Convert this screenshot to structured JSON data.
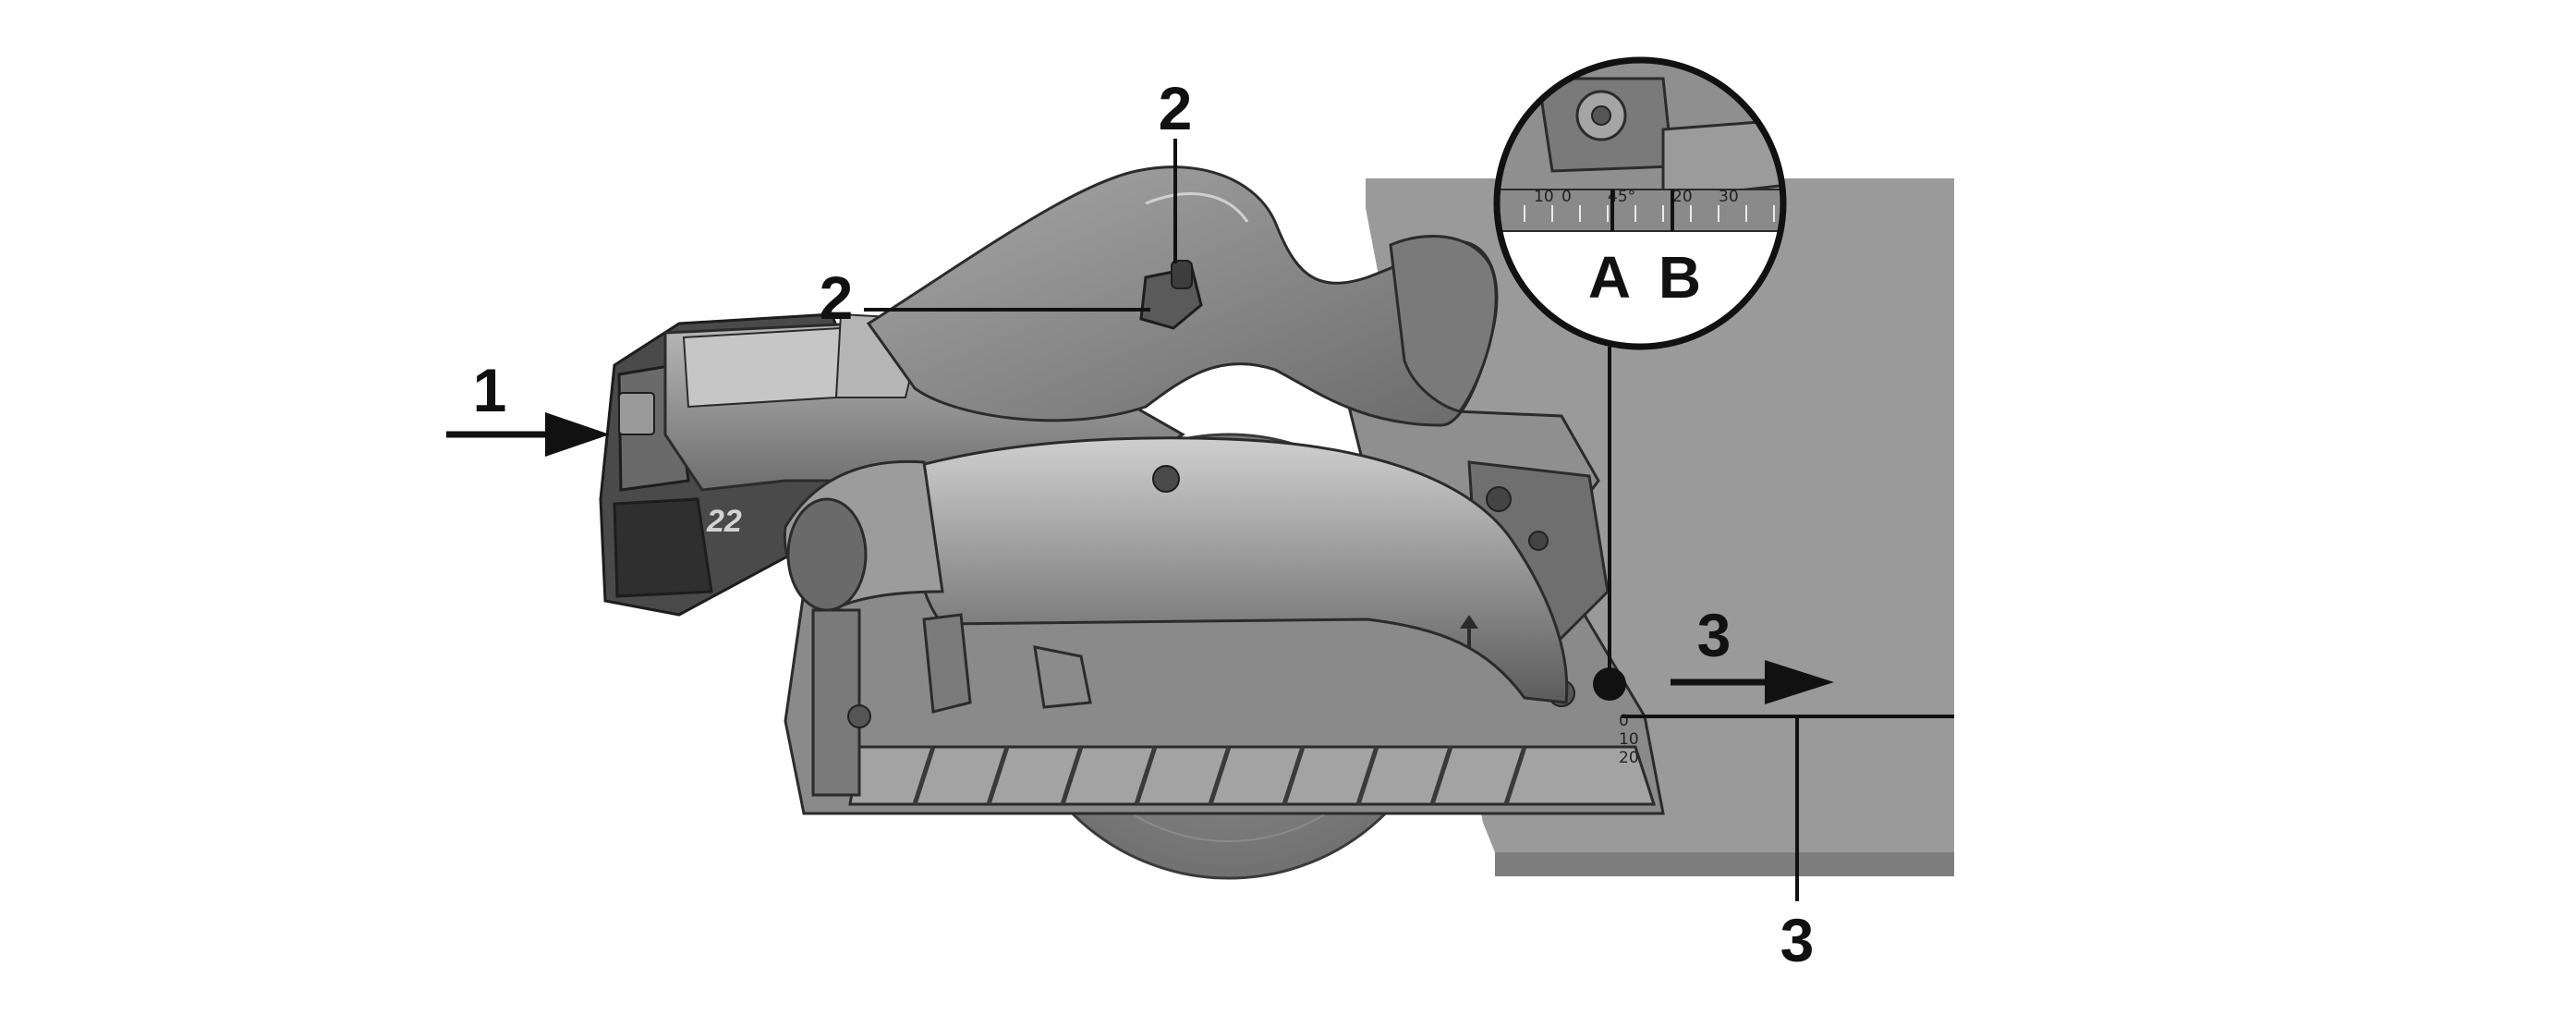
{
  "figure": {
    "callouts": {
      "battery": "1",
      "lever_top": "2",
      "lever_side": "2",
      "arrow_feed": "3",
      "cut_line": "3"
    },
    "magnifier": {
      "mark_a": "A",
      "mark_b": "B",
      "scale_labels": [
        "0",
        "10",
        "45°",
        "20",
        "30"
      ]
    },
    "battery_badge": "22",
    "base_scale_labels": [
      "0",
      "10",
      "20"
    ],
    "colors": {
      "outline": "#111111",
      "workpiece": "#9a9a9a",
      "workpiece_edge": "#7d7d7d",
      "tool_body": "#8c8c8c",
      "tool_dark": "#4a4a4a",
      "tool_light": "#c2c2c2",
      "blade": "#7a7a7a"
    }
  }
}
